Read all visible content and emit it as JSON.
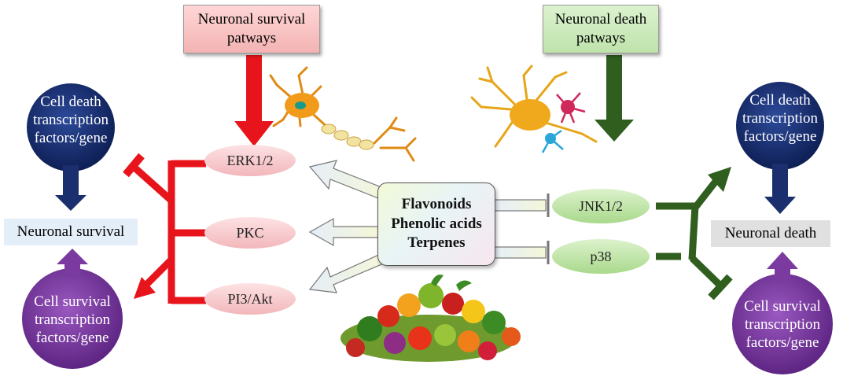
{
  "pathways": {
    "survival": "Neuronal survival patways",
    "death": "Neuronal death patways"
  },
  "left": {
    "top_circle": "Cell death transcription factors/gene",
    "bottom_circle": "Cell survival transcription factors/gene",
    "outcome": "Neuronal survival"
  },
  "right": {
    "top_circle": "Cell death transcription factors/gene",
    "bottom_circle": "Cell survival transcription factors/gene",
    "outcome": "Neuronal death"
  },
  "kinases_survival": [
    "ERK1/2",
    "PKC",
    "PI3/Akt"
  ],
  "kinases_death": [
    "JNK1/2",
    "p38"
  ],
  "compounds": [
    "Flavonoids",
    "Phenolic acids",
    "Terpenes"
  ],
  "colors": {
    "survival_arrow": "#e8141c",
    "death_arrow": "#2f5e1f",
    "death_circle": "#1b2f6e",
    "survival_circle": "#7b3aa0",
    "kinase_pill_pink": "#f7c9cc",
    "kinase_pill_green": "#bfe3a8"
  },
  "icons": [
    "neuron-icon",
    "neuron-cluster-icon",
    "vegetables-fruits-icon"
  ]
}
